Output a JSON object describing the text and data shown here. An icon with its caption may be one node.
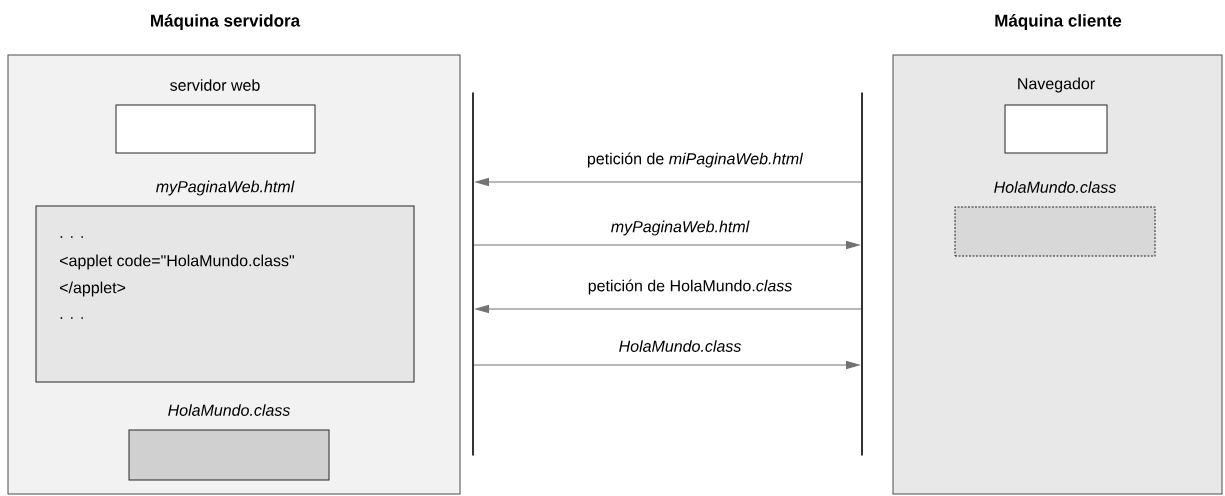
{
  "diagram": {
    "nodes": [
      {
        "text": [
          "Máquina servidora"
        ]
      },
      {
        "text": [
          "servidor web"
        ],
        "in": 0
      },
      {
        "text": [
          "myPaginaWeb.html",
          ". . .",
          "<applet code=\"HolaMundo.class\"",
          "</applet>",
          ". . ."
        ],
        "in": 0
      },
      {
        "text": [
          "HolaMundo.class"
        ],
        "in": 0
      },
      {
        "text": [
          "Máquina cliente"
        ]
      },
      {
        "text": [
          "Navegador"
        ],
        "in": 4
      },
      {
        "text": [
          "HolaMundo.class"
        ],
        "in": 4
      },
      {
        "text": [],
        "shape": "bar"
      },
      {
        "text": [],
        "shape": "bar"
      }
    ],
    "edges": [
      {
        "from": 8,
        "to": 7,
        "arrow": "to",
        "label": "petición de *miPaginaWeb.html*"
      },
      {
        "from": 7,
        "to": 8,
        "arrow": "to",
        "label": "myPaginaWeb.html"
      },
      {
        "from": 8,
        "to": 7,
        "arrow": "to",
        "label": "petición de HolaMundo.*class*"
      },
      {
        "from": 7,
        "to": 8,
        "arrow": "to",
        "label": "HolaMundo.class"
      }
    ]
  }
}
